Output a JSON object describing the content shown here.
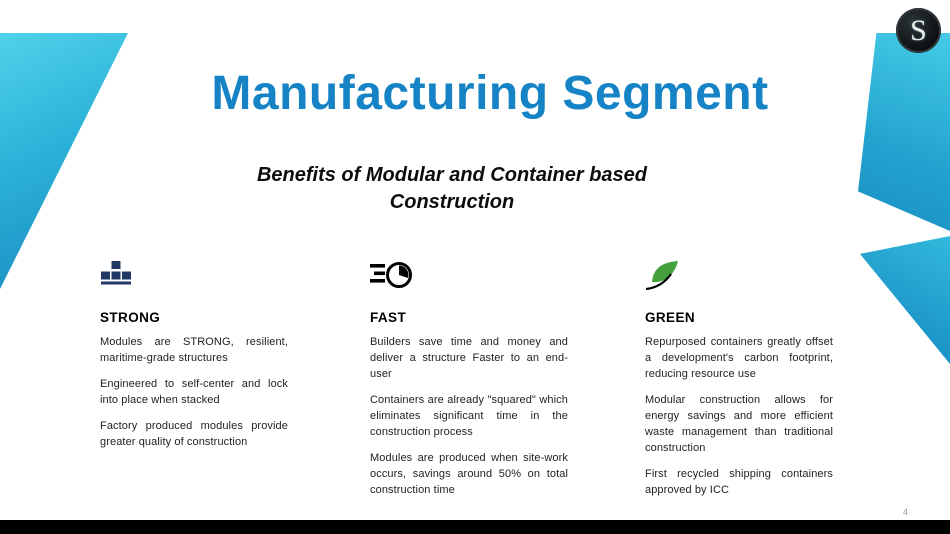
{
  "slide": {
    "title": "Manufacturing Segment",
    "subtitle_line1": "Benefits of Modular and Container based",
    "subtitle_line2": "Construction",
    "page_number": "4",
    "logo_letter": "S"
  },
  "columns": [
    {
      "heading": "STRONG",
      "icon": "modules-blocks-icon",
      "bullets": [
        "Modules are STRONG, resilient, maritime-grade structures",
        "Engineered to self-center and lock into place when stacked",
        "Factory produced modules provide greater quality of construction"
      ]
    },
    {
      "heading": "FAST",
      "icon": "speed-clock-icon",
      "bullets": [
        "Builders save time and money and deliver a structure Faster to an end-user",
        "Containers are already \"squared\" which eliminates significant time in the construction process",
        "Modules are produced when site-work occurs, savings around 50% on total construction time"
      ]
    },
    {
      "heading": "GREEN",
      "icon": "leaf-icon",
      "bullets": [
        "Repurposed containers greatly offset a development's carbon footprint, reducing resource use",
        "Modular construction allows for energy savings and more efficient waste management than traditional construction",
        "First recycled shipping containers approved by ICC"
      ]
    }
  ],
  "colors": {
    "title_blue": "#1583C5",
    "accent_cyan": "#35BEDF",
    "accent_teal": "#1693C4",
    "strong_icon_navy": "#1F3864",
    "green_icon": "#44A13D",
    "footer_black": "#000000"
  }
}
